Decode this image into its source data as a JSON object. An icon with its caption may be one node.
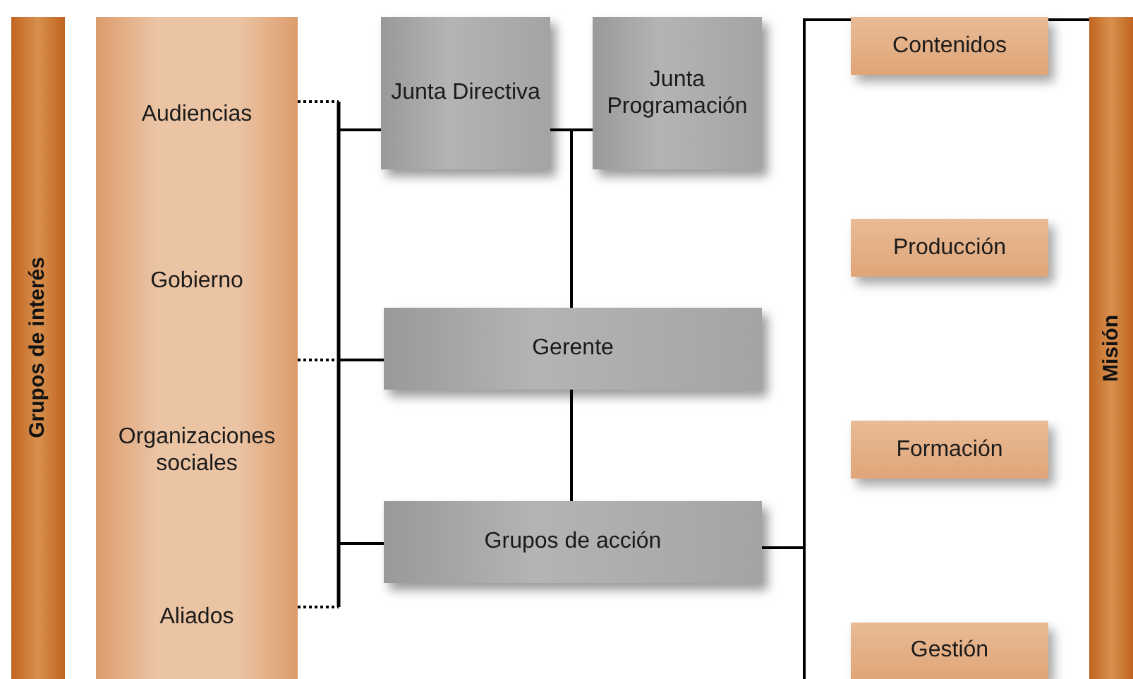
{
  "diagram": {
    "nodes": [
      {
        "text": [
          "Grupos de interés"
        ]
      },
      {
        "text": [
          "Audiencias",
          "Gobierno",
          "Organizaciones sociales",
          "Aliados"
        ]
      },
      {
        "text": [
          "Junta Directiva"
        ]
      },
      {
        "text": [
          "Junta Programación"
        ]
      },
      {
        "text": [
          "Gerente"
        ]
      },
      {
        "text": [
          "Grupos de acción"
        ]
      },
      {
        "text": [
          "Contenidos"
        ]
      },
      {
        "text": [
          "Producción"
        ]
      },
      {
        "text": [
          "Formación"
        ]
      },
      {
        "text": [
          "Gestión"
        ]
      },
      {
        "text": [
          "Misión"
        ]
      }
    ],
    "edges": [
      {
        "from": 1,
        "to": 2,
        "arrow": "none"
      },
      {
        "from": 1,
        "to": 4,
        "arrow": "none"
      },
      {
        "from": 1,
        "to": 5,
        "arrow": "none"
      },
      {
        "from": 2,
        "to": 4,
        "arrow": "none"
      },
      {
        "from": 3,
        "to": 4,
        "arrow": "none"
      },
      {
        "from": 4,
        "to": 5,
        "arrow": "none"
      },
      {
        "from": 5,
        "to": 10,
        "arrow": "none"
      }
    ]
  }
}
